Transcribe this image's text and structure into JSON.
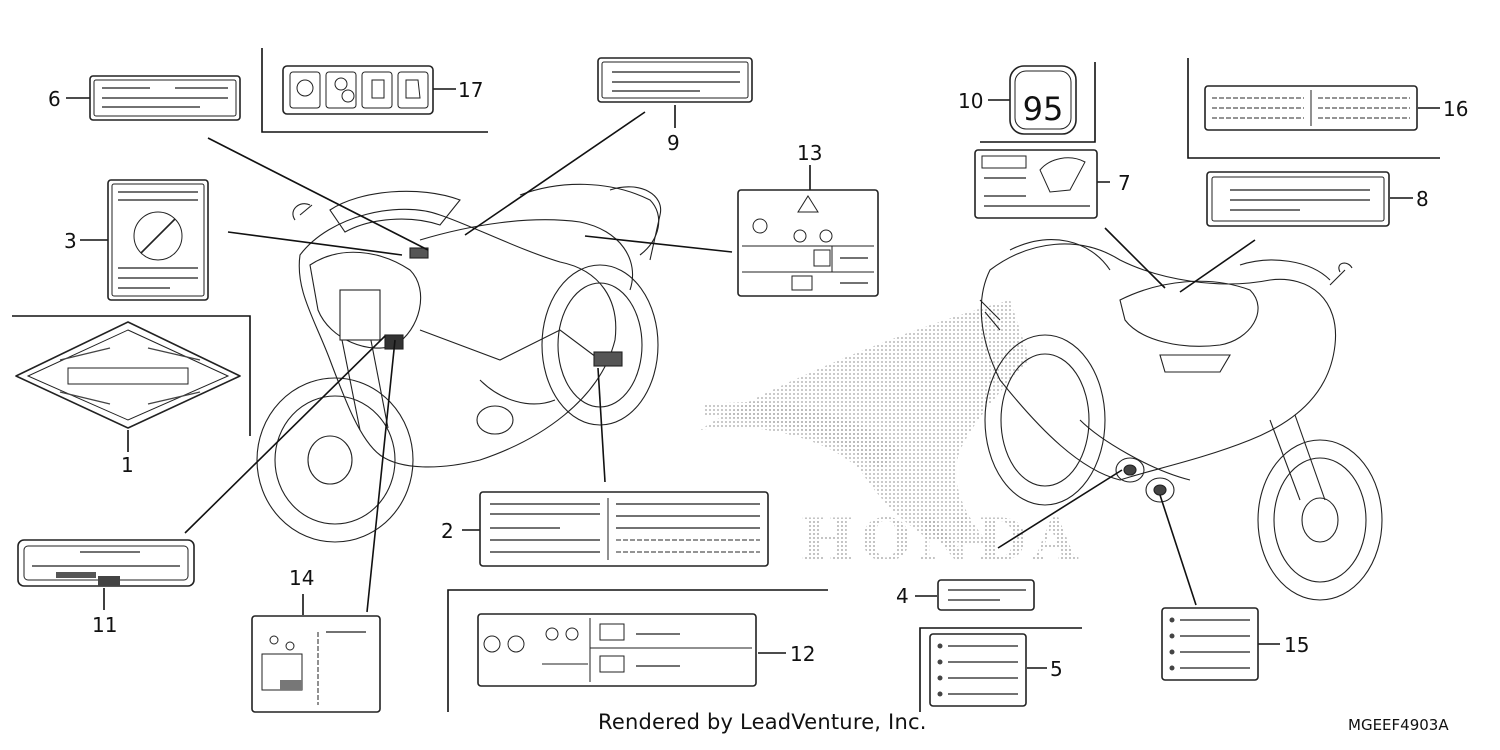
{
  "callouts": {
    "c1": "1",
    "c2": "2",
    "c3": "3",
    "c4": "4",
    "c5": "5",
    "c6": "6",
    "c7": "7",
    "c8": "8",
    "c9": "9",
    "c10": "10",
    "c11": "11",
    "c12": "12",
    "c13": "13",
    "c14": "14",
    "c15": "15",
    "c16": "16",
    "c17": "17"
  },
  "fuel_label": {
    "octane": "95"
  },
  "watermark": {
    "brand": "HONDA"
  },
  "footer": {
    "credit": "Rendered by LeadVenture, Inc.",
    "code": "MGEEF4903A"
  }
}
